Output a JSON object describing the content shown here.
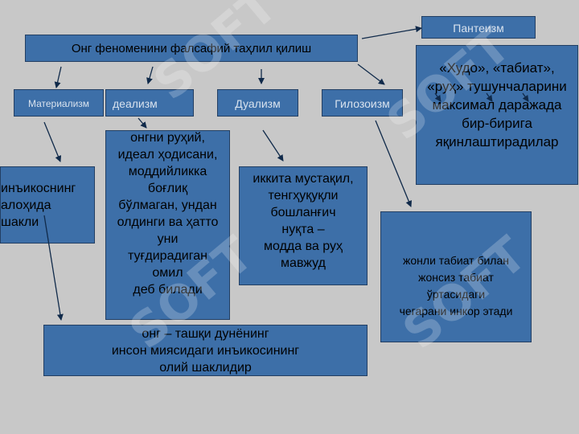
{
  "diagram": {
    "title": "Онг феноменини фалсафий таҳлил қилиш",
    "pantheism": {
      "label": "Пантеизм",
      "description": "«Худо», «табиат»,\n«руҳ» тушунчаларини\nмаксимал даражада\nбир-бирига\nяқинлаштирадилар"
    },
    "materialism": {
      "label": "Материализм",
      "description": "инъикоснинг\nалоҳида\nшакли"
    },
    "idealism": {
      "label": "деализм",
      "description": "онгни руҳий,\nидеал ҳодисани,\nмоддийликка\nбоғлиқ\nбўлмаган, ундан\nолдинги ва ҳатто\nуни\nтуғдирадиган\nомил\nдеб билади"
    },
    "dualism": {
      "label": "Дуализм",
      "description": "иккита мустақил,\nтенгҳуқуқли\nбошланғич\nнуқта –\nмодда ва руҳ\nмавжуд"
    },
    "hylozoism": {
      "label": "Гилозоизм",
      "description": "жонли табиат билан\nжонсиз табиат\nўртасидаги\nчегарани инкор этади"
    },
    "consciousness": "онг – ташқи дунёнинг\nинсон миясидаги инъикосининг\nолий шаклидир",
    "watermark": "SOFT"
  }
}
